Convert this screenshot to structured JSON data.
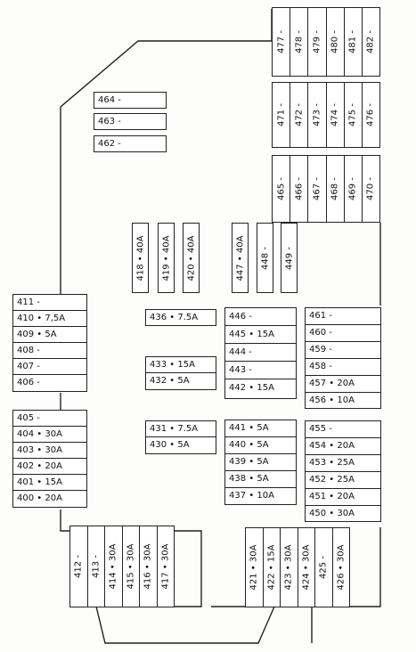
{
  "diagram": {
    "top_right_row1": [
      "477 -",
      "478 -",
      "479 -",
      "480 -",
      "481 -",
      "482 -"
    ],
    "top_right_row2": [
      "471 -",
      "472 -",
      "473 -",
      "474 -",
      "475 -",
      "476 -"
    ],
    "top_right_row3": [
      "465 -",
      "466 -",
      "467 -",
      "468 -",
      "469 -",
      "470 -"
    ],
    "top_left_singles": [
      "464 -",
      "463 -",
      "462 -"
    ],
    "mid_vertical_left": [
      "418 • 40A",
      "419 • 40A",
      "420 • 40A"
    ],
    "mid_vertical_right": [
      "447 • 40A",
      "448 -",
      "449 -"
    ],
    "left_group_upper": [
      "411 -",
      "410 • 7,5A",
      "409 • 5A",
      "408 -",
      "407 -",
      "406 -"
    ],
    "left_group_lower": [
      "405 -",
      "404 • 30A",
      "403 • 30A",
      "402 • 20A",
      "401 • 15A",
      "400 • 20A"
    ],
    "center_single_1": "436 • 7.5A",
    "center_pair_1": [
      "433 • 15A",
      "432 • 5A"
    ],
    "center_pair_2": [
      "431 • 7.5A",
      "430 • 5A"
    ],
    "center_right_upper": [
      "446 -",
      "445 • 15A",
      "444 -",
      "443 -",
      "442 • 15A"
    ],
    "center_right_lower": [
      "441 • 5A",
      "440 • 5A",
      "439 • 5A",
      "438 • 5A",
      "437 • 10A"
    ],
    "right_group_upper": [
      "461 -",
      "460 -",
      "459 -",
      "458 -",
      "457 • 20A",
      "456 • 10A"
    ],
    "right_group_lower": [
      "455 -",
      "454 • 20A",
      "453 • 25A",
      "452 • 25A",
      "451 • 20A",
      "450 • 30A"
    ],
    "bottom_left": [
      "412 -",
      "413 -",
      "414 • 30A",
      "415 • 30A",
      "416 • 30A",
      "417 • 30A"
    ],
    "bottom_right": [
      "421 • 30A",
      "422 • 15A",
      "423 • 30A",
      "424 • 30A",
      "425 -",
      "426 • 30A"
    ]
  }
}
